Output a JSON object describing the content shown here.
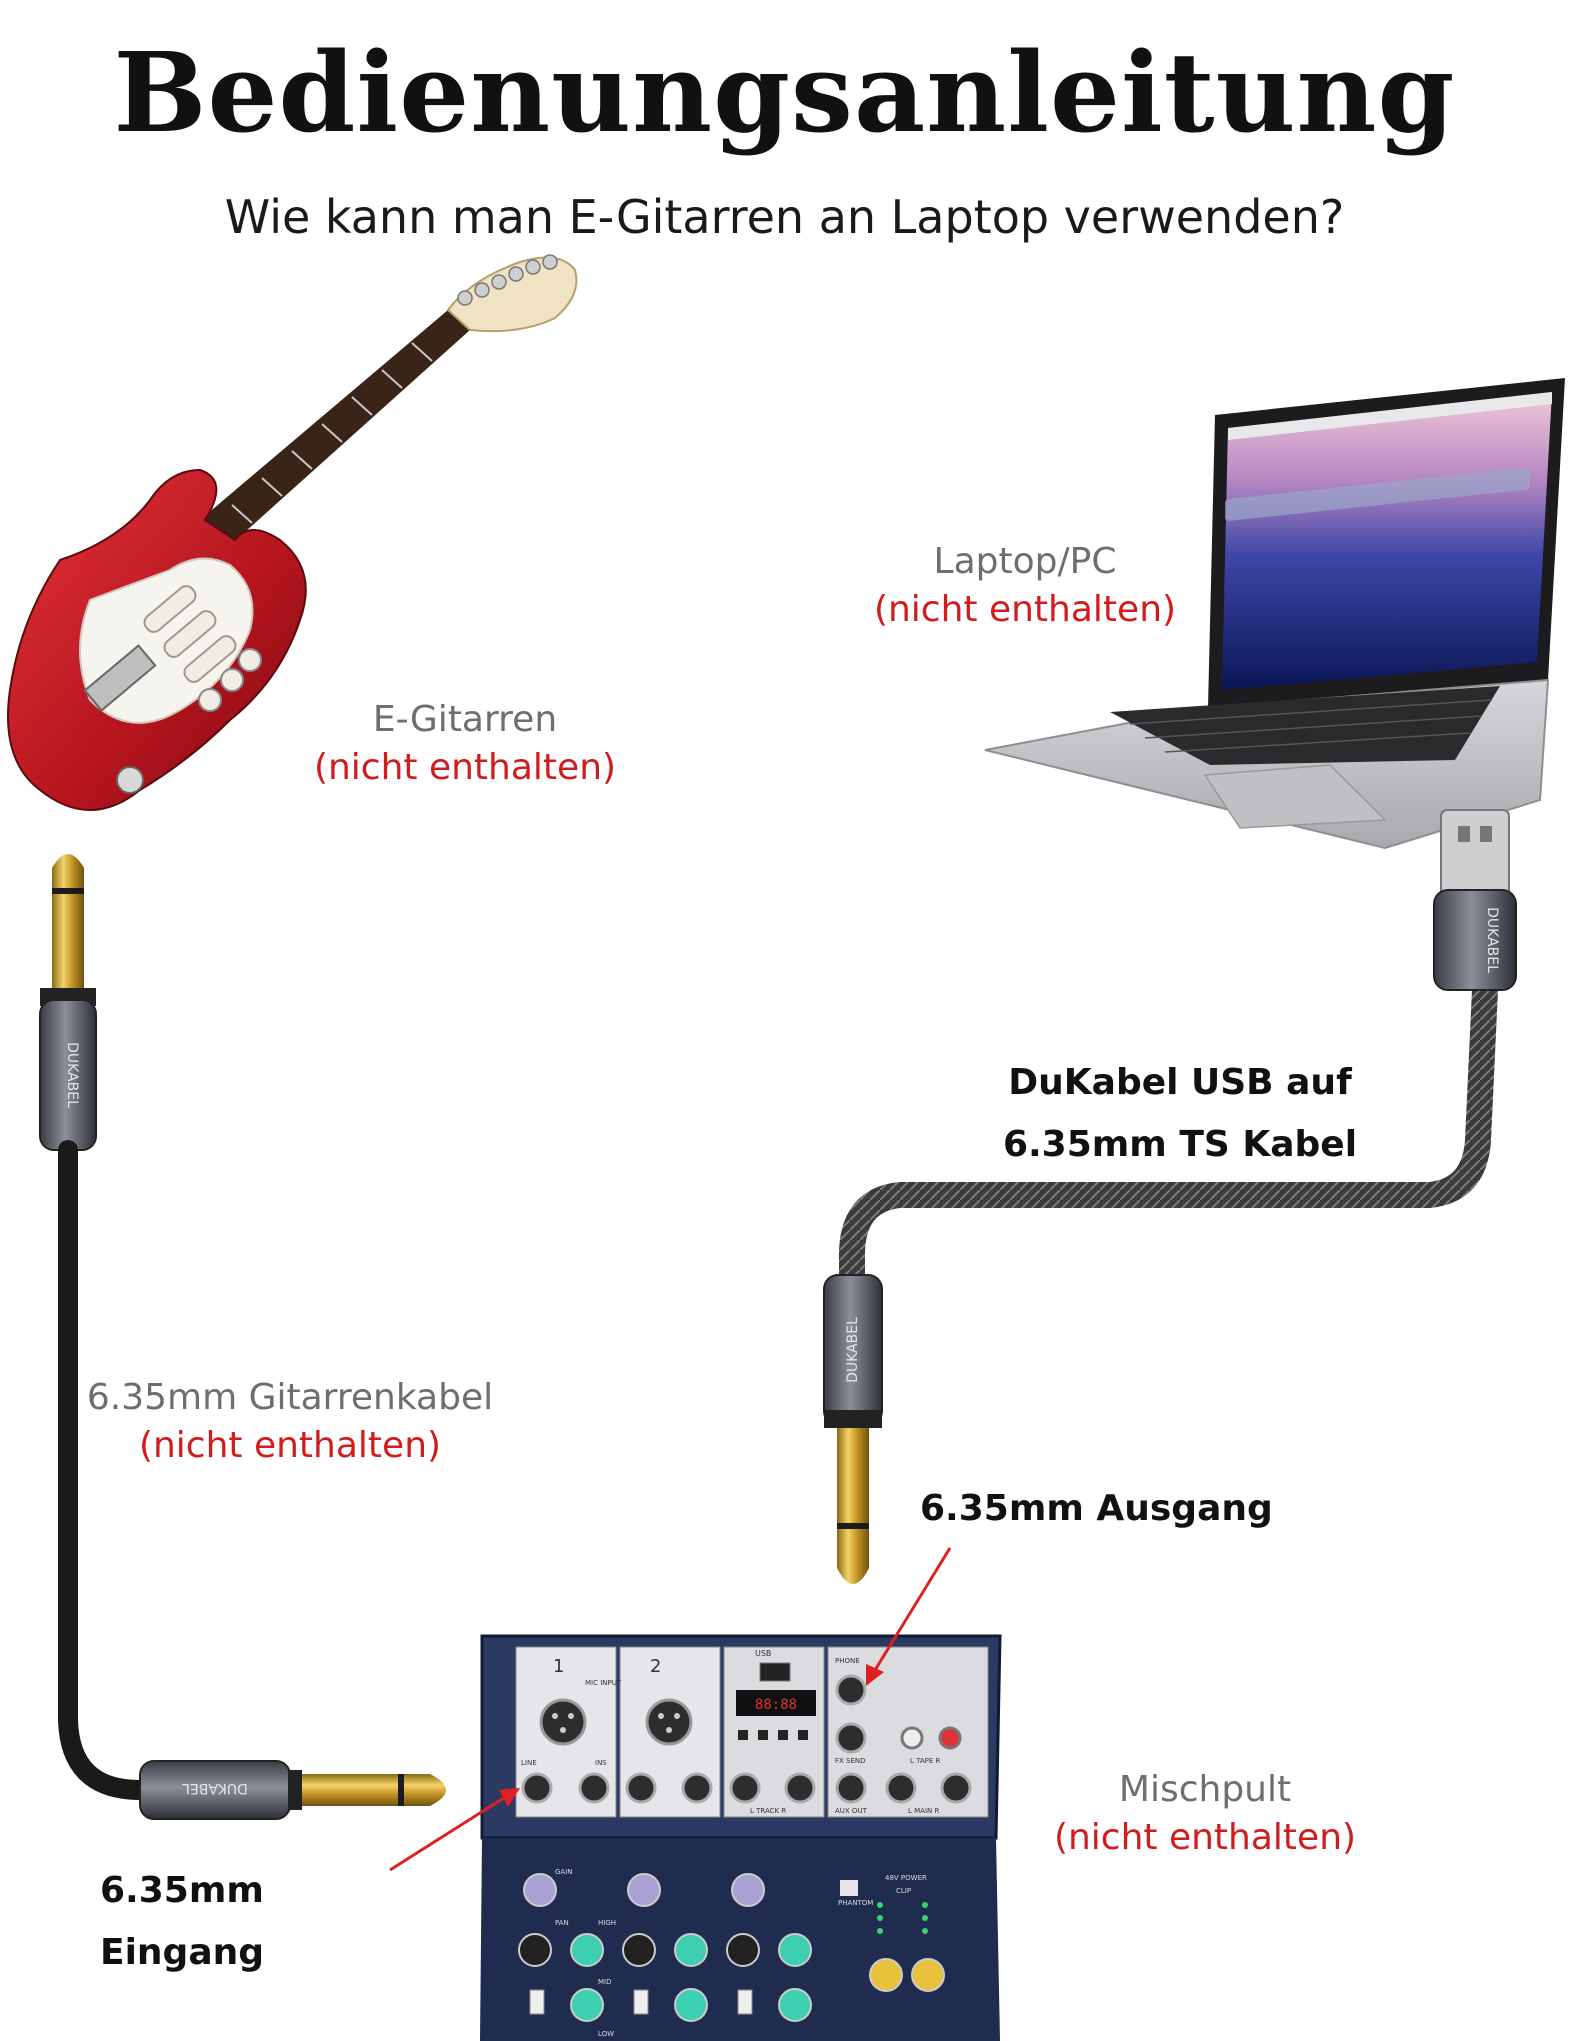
{
  "header": {
    "title": "Bedienungsanleitung",
    "subtitle": "Wie kann man E-Gitarren an Laptop verwenden?"
  },
  "guitar": {
    "name": "E-Gitarren",
    "note": "(nicht enthalten)"
  },
  "laptop": {
    "name": "Laptop/PC",
    "note": "(nicht enthalten)"
  },
  "guitar_cable": {
    "name": "6.35mm Gitarrenkabel",
    "note": "(nicht enthalten)",
    "brand": "DUKABEL"
  },
  "usb_cable": {
    "line1": "DuKabel USB auf",
    "line2": "6.35mm TS Kabel",
    "brand": "DUKABEL"
  },
  "mixer": {
    "name": "Mischpult",
    "note": "(nicht enthalten)",
    "channel_1": "1",
    "channel_2": "2",
    "usb_label": "USB",
    "display": "88:88",
    "mic_input": "MIC INPUT",
    "line": "LINE",
    "ins": "INS",
    "phones": "PHONE",
    "fx_send": "FX SEND",
    "tape": "L TAPE R",
    "track": "L TRACK R",
    "aux_out": "AUX OUT",
    "main": "L MAIN R",
    "gain": "GAIN",
    "pan": "PAN",
    "high": "HIGH",
    "mid": "MID",
    "low": "LOW",
    "phantom": "PHANTOM",
    "power": "48V POWER",
    "clip": "CLIP"
  },
  "callouts": {
    "output": "6.35mm Ausgang",
    "input": "6.35mm Eingang"
  },
  "colors": {
    "note_red": "#d01c1c",
    "label_grey": "#6e6e6e",
    "arrow_red": "#e02020",
    "mixer_blue": "#2a3a63"
  }
}
